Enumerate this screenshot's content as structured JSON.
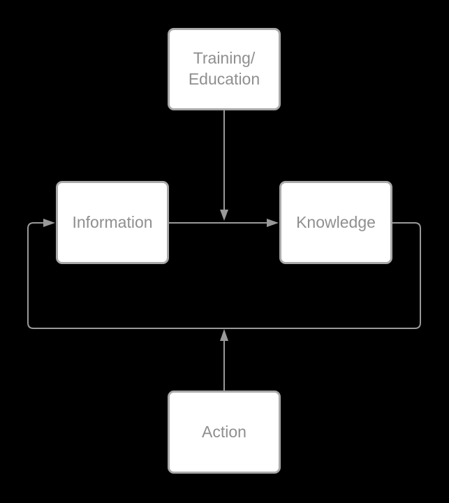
{
  "diagram": {
    "type": "flowchart",
    "background_color": "#000000",
    "node_fill_color": "#ffffff",
    "node_border_color": "#a9a9a9",
    "edge_color": "#999999",
    "text_color": "#8f8f8f",
    "nodes": [
      {
        "id": "training-education",
        "label": "Training/\nEducation"
      },
      {
        "id": "information",
        "label": "Information"
      },
      {
        "id": "knowledge",
        "label": "Knowledge"
      },
      {
        "id": "action",
        "label": "Action"
      }
    ],
    "edges": [
      {
        "from": "training-education",
        "to": "information-knowledge-arrow",
        "direction": "down"
      },
      {
        "from": "information",
        "to": "knowledge",
        "direction": "right"
      },
      {
        "from": "knowledge",
        "to": "information",
        "direction": "loop-right-down-left-up"
      },
      {
        "from": "action",
        "to": "feedback-loop-line",
        "direction": "up"
      }
    ]
  }
}
